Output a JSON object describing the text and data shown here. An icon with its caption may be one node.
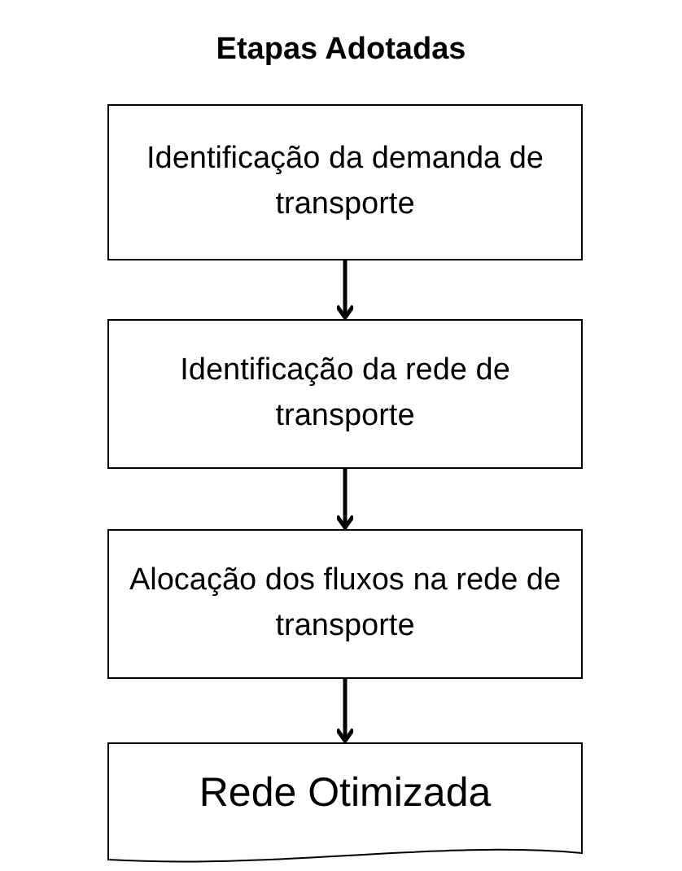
{
  "diagram": {
    "title": "Etapas Adotadas",
    "nodes": [
      {
        "text": [
          "Identificação da demanda de transporte"
        ]
      },
      {
        "text": [
          "Identificação da rede de transporte"
        ]
      },
      {
        "text": [
          "Alocação dos fluxos na rede de transporte"
        ]
      },
      {
        "text": [
          "Rede Otimizada"
        ]
      }
    ],
    "edges": [
      {
        "from": 0,
        "to": 1,
        "arrow": "to"
      },
      {
        "from": 1,
        "to": 2,
        "arrow": "to"
      },
      {
        "from": 2,
        "to": 3,
        "arrow": "to"
      }
    ]
  }
}
